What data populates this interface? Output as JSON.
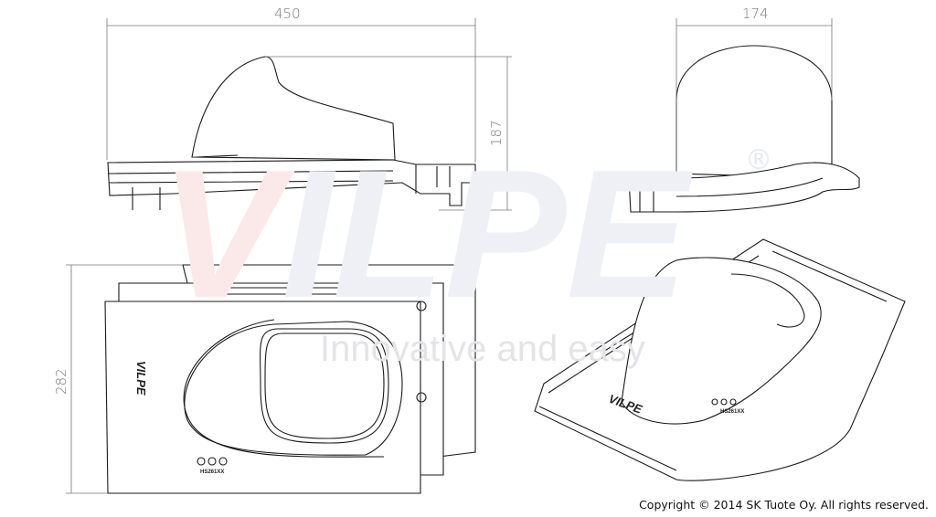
{
  "watermark": {
    "brand": "VILPE",
    "registered": "®",
    "tagline": "Innovative and easy",
    "colors": {
      "v": "#fbe9ea",
      "rest": "#eef0f6"
    }
  },
  "dimensions": {
    "side_width": "450",
    "end_width": "174",
    "height": "187",
    "plan_depth": "282"
  },
  "product": {
    "logo": "VILPE",
    "code_plan": "HS261XX",
    "code_iso": "HS261XX"
  },
  "footer": {
    "copyright": "Copyright © 2014 SK Tuote Oy. All rights reserved."
  }
}
